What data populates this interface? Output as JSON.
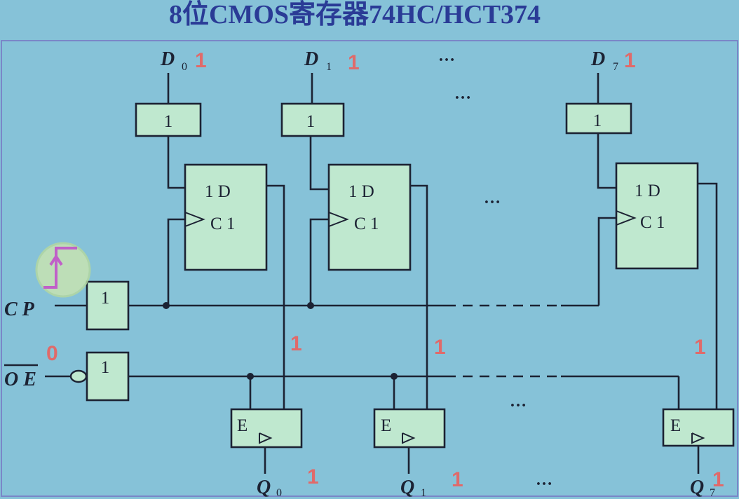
{
  "title": "8位CMOS寄存器74HC/HCT374",
  "inputs": [
    {
      "name": "D",
      "sub": "0",
      "value": "1"
    },
    {
      "name": "D",
      "sub": "1",
      "value": "1"
    },
    {
      "name": "D",
      "sub": "7",
      "value": "1"
    }
  ],
  "outputs": [
    {
      "name": "Q",
      "sub": "0",
      "value": "1"
    },
    {
      "name": "Q",
      "sub": "1",
      "value": "1"
    },
    {
      "name": "Q",
      "sub": "7",
      "value": "1"
    }
  ],
  "internal_values": [
    "1",
    "1",
    "1"
  ],
  "buffer_label": "1",
  "flipflop": {
    "data_label": "1 D",
    "clock_label": "C 1"
  },
  "tristate_label": "E",
  "cp_label": "C P",
  "oe_label": "O E",
  "oe_value": "0",
  "ellipsis": "…",
  "colors": {
    "background": "#86c2d8",
    "box_fill": "#bfe8cf",
    "wire": "#1c2233",
    "title": "#2a3b96",
    "value_red": "#e06a6a",
    "edge_marker": "#c060c8"
  },
  "icons": [
    "rising-edge-icon",
    "clock-triangle-icon",
    "tristate-triangle-icon",
    "inverter-bubble-icon"
  ]
}
